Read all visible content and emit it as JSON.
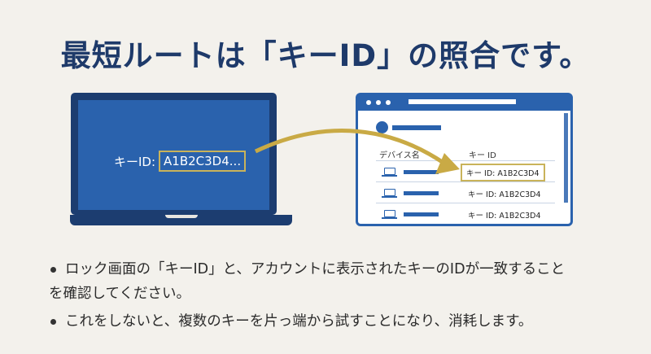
{
  "title": "最短ルートは「キーID」の照合です。",
  "laptop": {
    "key_label": "キーID:",
    "key_value": "A1B2C3D4..."
  },
  "browser": {
    "headers": {
      "device": "デバイス名",
      "key": "キー ID"
    },
    "rows": [
      {
        "key": "キー ID: A1B2C3D4",
        "highlighted": true
      },
      {
        "key": "キー ID: A1B2C3D4",
        "highlighted": false
      },
      {
        "key": "キー ID: A1B2C3D4",
        "highlighted": false
      }
    ]
  },
  "bullets": [
    "ロック画面の「キーID」と、アカウントに表示されたキーのIDが一致すること",
    "を確認してください。",
    "これをしないと、複数のキーを片っ端から試すことになり、消耗します。"
  ],
  "colors": {
    "navy": "#1e3a6a",
    "blue": "#2a62ad",
    "gold": "#c9b35a",
    "background": "#f3f1ec"
  }
}
